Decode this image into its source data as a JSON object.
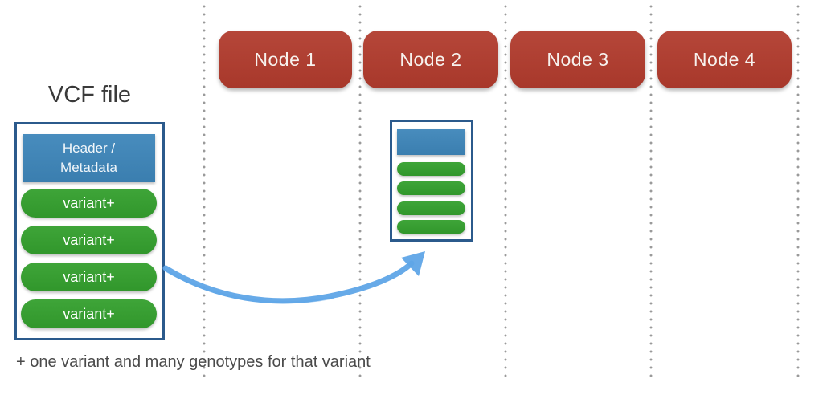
{
  "diagram": {
    "title": "VCF file",
    "nodes": [
      {
        "label": "Node 1"
      },
      {
        "label": "Node 2"
      },
      {
        "label": "Node 3"
      },
      {
        "label": "Node 4"
      }
    ],
    "vcf_box": {
      "header": {
        "line1": "Header /",
        "line2": "Metadata"
      },
      "variants": [
        "variant+",
        "variant+",
        "variant+",
        "variant+"
      ]
    },
    "node2_box": {
      "header_blocks": 1,
      "variant_blocks": 4
    },
    "caption": "+ one variant and many genotypes for that variant"
  },
  "icons": {
    "arrow": "curved-sketch-arrow"
  },
  "colors": {
    "node_red": "#b13b2d",
    "header_blue": "#3e86ba",
    "variant_green": "#34a02e",
    "box_border": "#2b5a8c",
    "arrow_blue": "#5fa5e7",
    "dotted_line": "#9a9a9a",
    "text_dark": "#3a3a3a",
    "caption_gray": "#4a4a4a"
  }
}
